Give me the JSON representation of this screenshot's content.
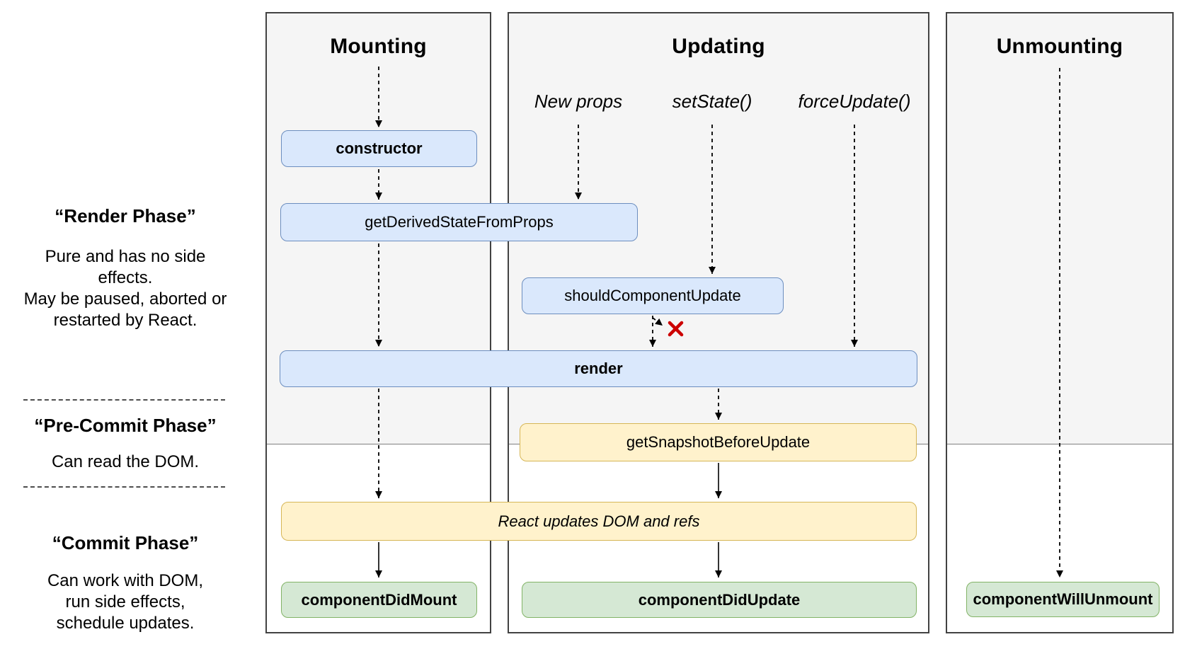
{
  "columns": {
    "mounting": {
      "title": "Mounting"
    },
    "updating": {
      "title": "Updating",
      "triggers": [
        "New props",
        "setState()",
        "forceUpdate()"
      ]
    },
    "unmounting": {
      "title": "Unmounting"
    }
  },
  "phase_labels": {
    "render_phase": {
      "title": "“Render Phase”",
      "lines": [
        "Pure and has no side effects.",
        "May be paused, aborted or",
        "restarted by React."
      ]
    },
    "pre_commit_phase": {
      "title": "“Pre-Commit Phase”",
      "lines": [
        "Can read the DOM."
      ]
    },
    "commit_phase": {
      "title": "“Commit Phase”",
      "lines": [
        "Can work with DOM,",
        "run side effects,",
        "schedule updates."
      ]
    }
  },
  "nodes": {
    "constructor": "constructor",
    "get_derived_state_from_props": "getDerivedStateFromProps",
    "should_component_update": "shouldComponentUpdate",
    "render": "render",
    "get_snapshot_before_update": "getSnapshotBeforeUpdate",
    "react_updates_dom": "React updates DOM and refs",
    "component_did_mount": "componentDidMount",
    "component_did_update": "componentDidUpdate",
    "component_will_unmount": "componentWillUnmount"
  },
  "icons": {
    "reject_x": "red cross = update stopped (shouldComponentUpdate returned false)"
  },
  "colors": {
    "box_blue_fill": "#dae8fc",
    "box_blue_border": "#6c8ebf",
    "box_yellow_fill": "#fff2cc",
    "box_yellow_border": "#d6b656",
    "box_green_fill": "#d5e8d4",
    "box_green_border": "#82b366",
    "column_shade": "#f5f5f5",
    "column_border": "#424242",
    "reject_x": "#cc0000"
  }
}
